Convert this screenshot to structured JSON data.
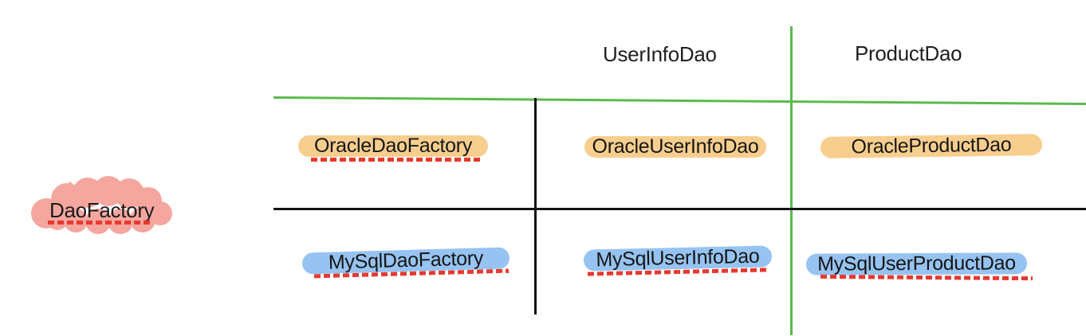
{
  "diagram": {
    "title_semantics": "DAO abstract-factory matrix",
    "row_label": {
      "text": "DaoFactory"
    },
    "column_headers": [
      {
        "label": "UserInfoDao"
      },
      {
        "label": "ProductDao"
      }
    ],
    "rows": [
      {
        "factory": {
          "text": "OracleDaoFactory",
          "highlight": "#f7ce8e",
          "spellcheck_underline": true
        },
        "cells": [
          {
            "text": "OracleUserInfoDao",
            "highlight": "#f7ce8e",
            "spellcheck_underline": false
          },
          {
            "text": "OracleProductDao",
            "highlight": "#f7ce8e",
            "spellcheck_underline": false
          }
        ]
      },
      {
        "factory": {
          "text": "MySqlDaoFactory",
          "highlight": "#96c3f1",
          "spellcheck_underline": true
        },
        "cells": [
          {
            "text": "MySqlUserInfoDao",
            "highlight": "#96c3f1",
            "spellcheck_underline": true
          },
          {
            "text": "MySqlUserProductDao",
            "highlight": "#96c3f1",
            "spellcheck_underline": true
          }
        ]
      }
    ],
    "colors": {
      "grid_green": "#5bba4e",
      "grid_black": "#111111",
      "spellcheck_red": "#e8392f",
      "highlight_orange": "#f7ce8e",
      "highlight_blue": "#96c3f1",
      "highlight_pink": "#f5a79f",
      "text": "#1b1b1b"
    }
  }
}
